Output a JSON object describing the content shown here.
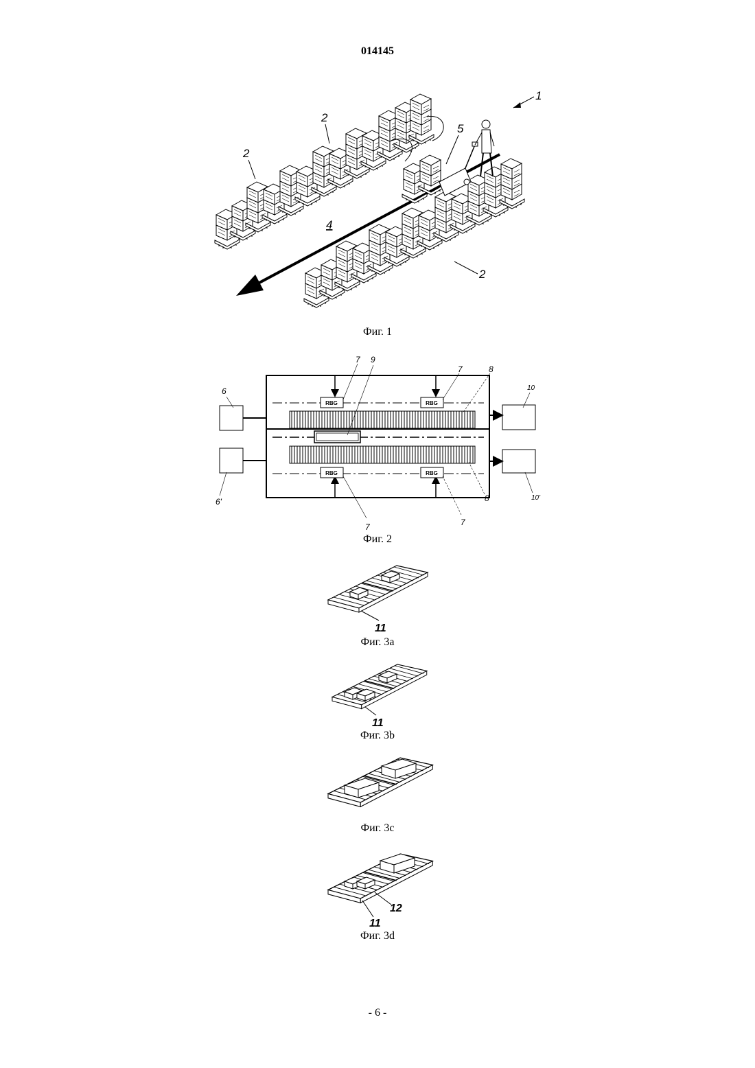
{
  "document_number": "014145",
  "page_number": "- 6 -",
  "fig1": {
    "caption": "Фиг. 1",
    "labels": {
      "assembly": "1",
      "rack_a": "2",
      "rack_b": "2",
      "rack_c": "2",
      "aisle": "4",
      "truck": "5"
    }
  },
  "fig2": {
    "caption": "Фиг. 2",
    "rbg_label": "RBG",
    "labels": {
      "rbg_ref": "7",
      "rack_ref": "8",
      "vehicle_ref": "9",
      "input_a": "6",
      "input_b": "6'",
      "output_a": "10",
      "output_b": "10'"
    }
  },
  "fig3": [
    {
      "caption": "Фиг. 3a",
      "labels": [
        "11"
      ]
    },
    {
      "caption": "Фиг. 3b",
      "labels": [
        "11"
      ]
    },
    {
      "caption": "Фиг. 3c",
      "labels": []
    },
    {
      "caption": "Фиг. 3d",
      "labels": [
        "11",
        "12"
      ]
    }
  ]
}
